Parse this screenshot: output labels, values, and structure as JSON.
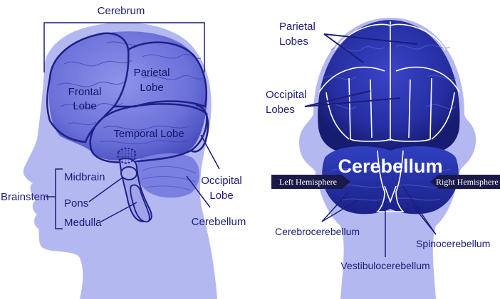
{
  "left_panel": {
    "cerebrum": "Cerebrum",
    "frontal_lobe_line1": "Frontal",
    "frontal_lobe_line2": "Lobe",
    "parietal_lobe_line1": "Parietal",
    "parietal_lobe_line2": "Lobe",
    "temporal_lobe": "Temporal Lobe",
    "occipital_lobe_line1": "Occipital",
    "occipital_lobe_line2": "Lobe",
    "brainstem": "Brainstem",
    "midbrain": "Midbrain",
    "pons": "Pons",
    "medulla": "Medulla",
    "cerebellum": "Cerebellum"
  },
  "right_panel": {
    "parietal_lobes_line1": "Parietal",
    "parietal_lobes_line2": "Lobes",
    "occipital_lobes_line1": "Occipital",
    "occipital_lobes_line2": "Lobes",
    "cerebellum": "Cerebellum",
    "left_hemisphere": "Left Hemisphere",
    "right_hemisphere": "Right Hemisphere",
    "cerebrocerebellum": "Cerebrocerebellum",
    "spinocerebellum": "Spinocerebellum",
    "vestibulocerebellum": "Vestibulocerebellum"
  },
  "colors": {
    "skin": "#b4b8f0",
    "brain": "#6a70d8",
    "brain_dark": "#2a2f9a",
    "label": "#1c1c7a"
  }
}
